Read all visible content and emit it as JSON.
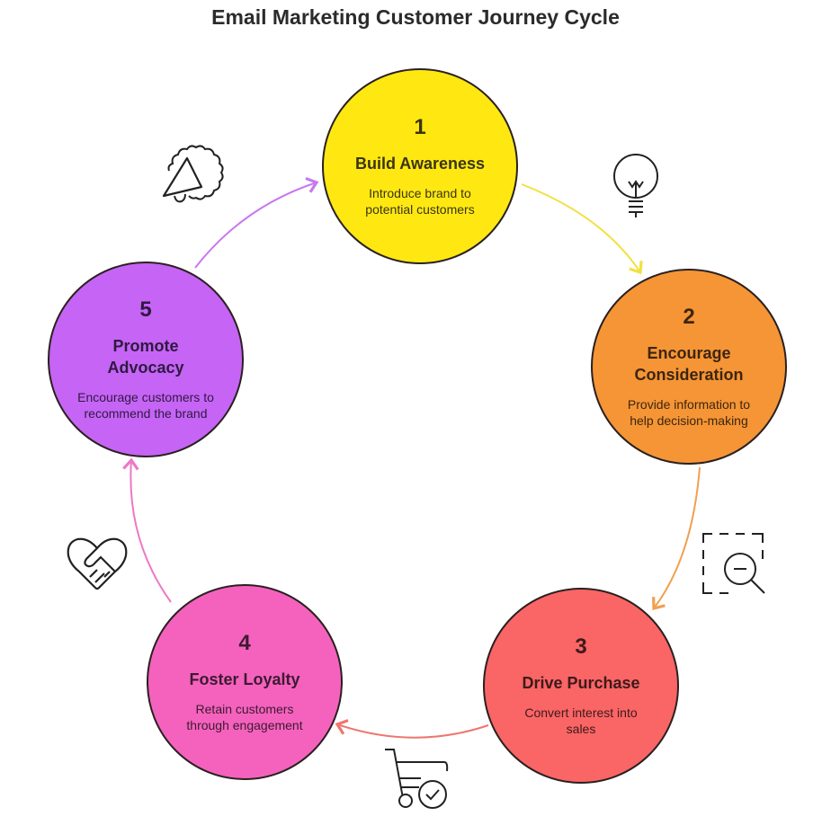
{
  "title": "Email Marketing Customer Journey Cycle",
  "steps": [
    {
      "number": "1",
      "heading": "Build Awareness",
      "description": "Introduce brand to potential customers",
      "color": "#ffe812",
      "text_color": "#3a3410",
      "icon": "megaphone-icon"
    },
    {
      "number": "2",
      "heading": "Encourage Consideration",
      "description": "Provide information to help decision-making",
      "color": "#f59535",
      "text_color": "#3d2510",
      "icon": "lightbulb-icon"
    },
    {
      "number": "3",
      "heading": "Drive Purchase",
      "description": "Convert interest into sales",
      "color": "#fa6566",
      "text_color": "#3d1a1a",
      "icon": "zoom-out-icon"
    },
    {
      "number": "4",
      "heading": "Foster Loyalty",
      "description": "Retain customers through engagement",
      "color": "#f462be",
      "text_color": "#3d1a30",
      "icon": "cart-check-icon"
    },
    {
      "number": "5",
      "heading": "Promote Advocacy",
      "description": "Encourage customers to recommend the brand",
      "color": "#c664f6",
      "text_color": "#2e1a40",
      "icon": "handshake-heart-icon"
    }
  ]
}
